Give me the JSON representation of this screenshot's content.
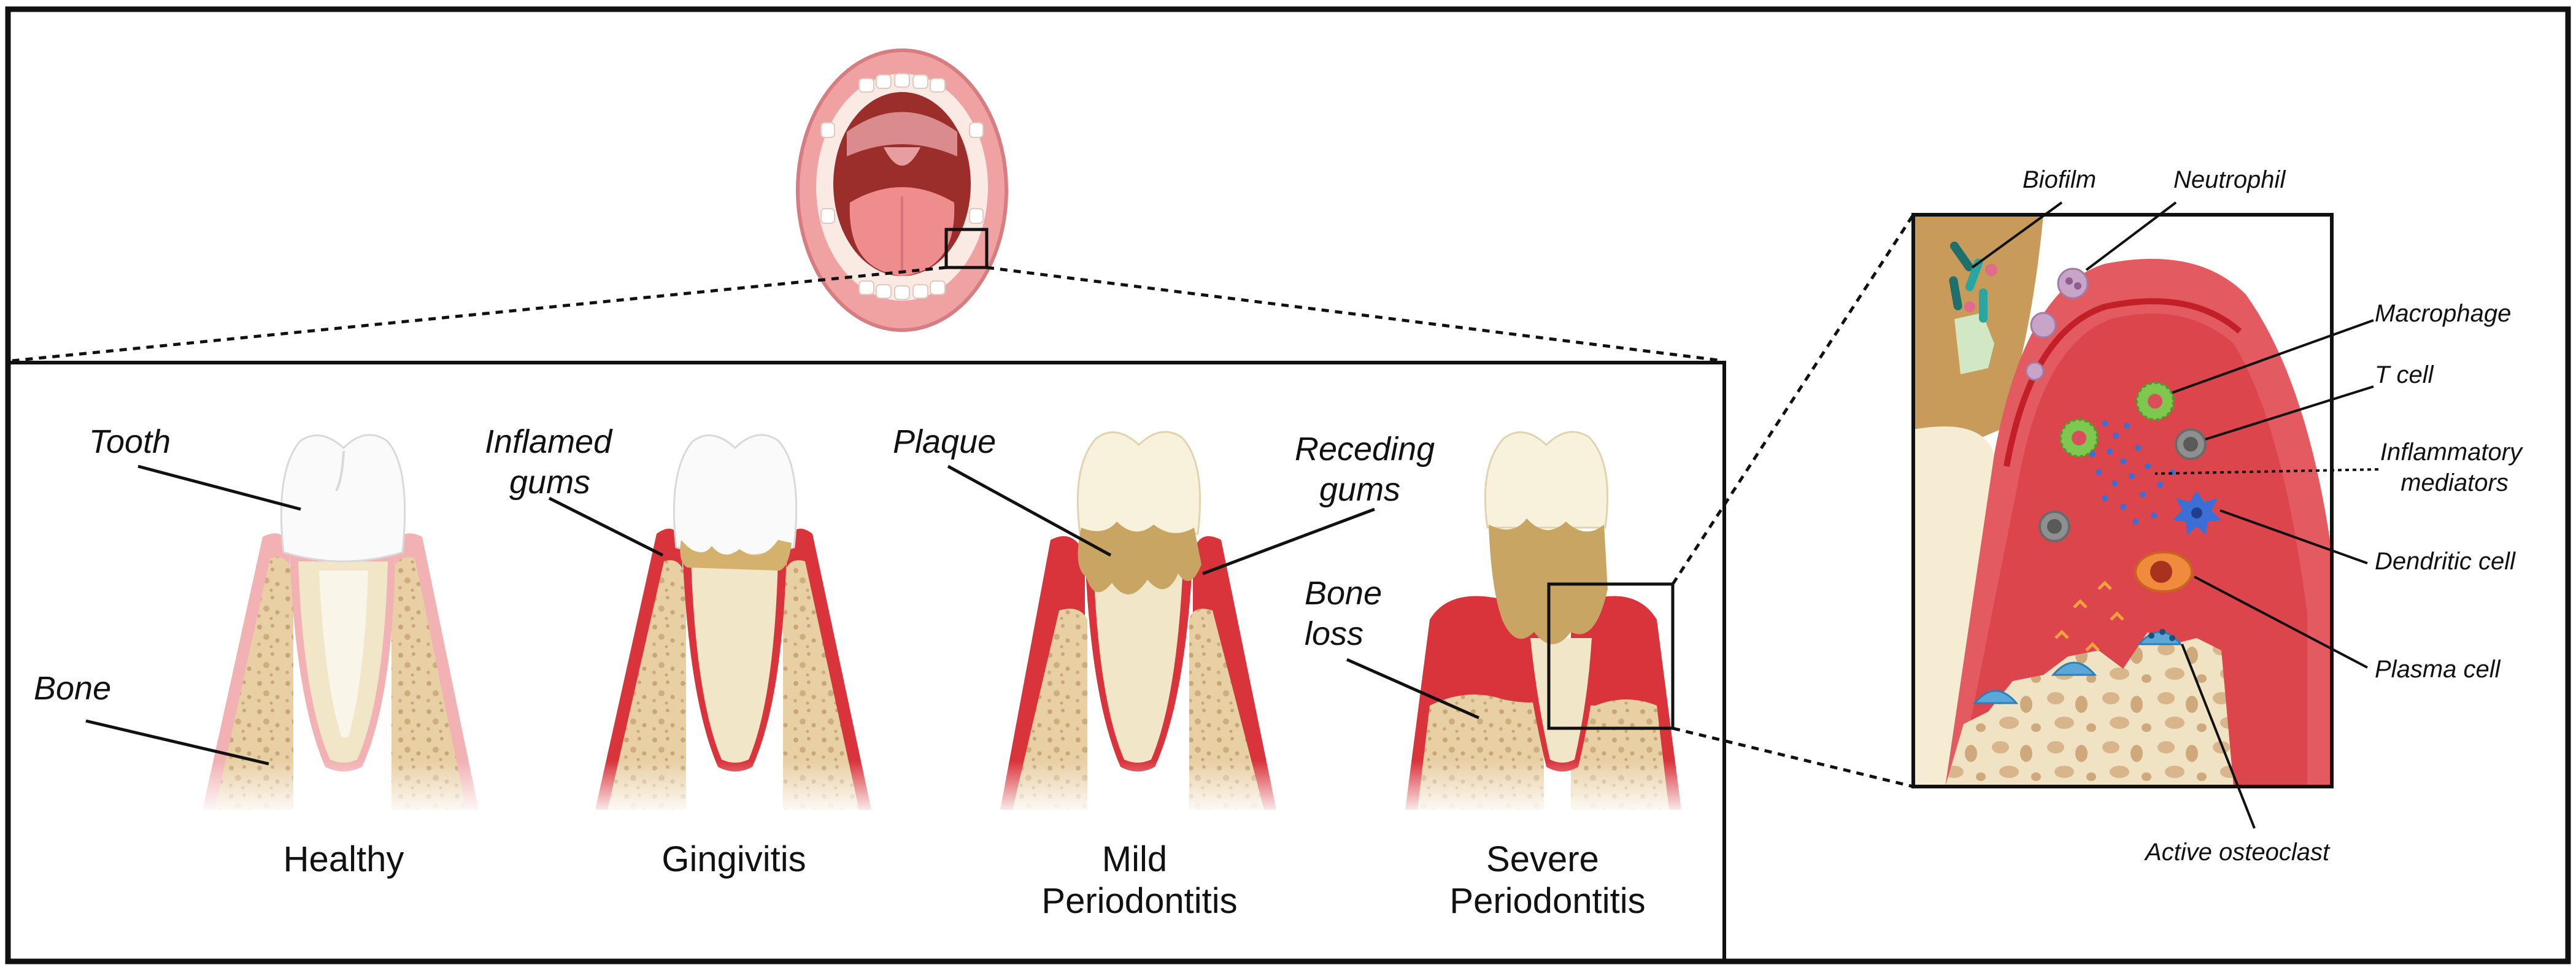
{
  "stages": [
    {
      "lines": [
        "Healthy"
      ]
    },
    {
      "lines": [
        "Gingivitis"
      ]
    },
    {
      "lines": [
        "Mild",
        "Periodontitis"
      ]
    },
    {
      "lines": [
        "Severe",
        "Periodontitis"
      ]
    }
  ],
  "labels": {
    "tooth": "Tooth",
    "bone": "Bone",
    "inflamed_gums": [
      "Inflamed",
      "gums"
    ],
    "plaque": "Plaque",
    "receding_gums": [
      "Receding",
      "gums"
    ],
    "bone_loss": [
      "Bone",
      "loss"
    ]
  },
  "zoom_labels": {
    "biofilm": "Biofilm",
    "neutrophil": "Neutrophil",
    "macrophage": "Macrophage",
    "t_cell": "T cell",
    "inflammatory_mediators": [
      "Inflammatory",
      "mediators"
    ],
    "dendritic_cell": "Dendritic cell",
    "plasma_cell": "Plasma cell",
    "active_osteoclast": "Active osteoclast"
  },
  "colors": {
    "border": "#111111",
    "healthy_gum": "#f2b1b3",
    "inflamed_gum": "#d9343c",
    "gum_tissue": "#e35a60",
    "bone": "#e8cfa4",
    "bone_pore": "#c9a675",
    "tooth_enamel": "#fafafa",
    "tooth_root": "#f1e6c8",
    "plaque": "#c9a563",
    "mediator": "#3b6fd6"
  },
  "icons": {
    "mouth": "open-mouth-icon",
    "neutrophil": "neutrophil-cell-icon",
    "macrophage": "macrophage-cell-icon",
    "t_cell": "t-cell-icon",
    "dendritic": "dendritic-cell-icon",
    "plasma": "plasma-cell-icon",
    "osteoclast": "osteoclast-cell-icon"
  }
}
